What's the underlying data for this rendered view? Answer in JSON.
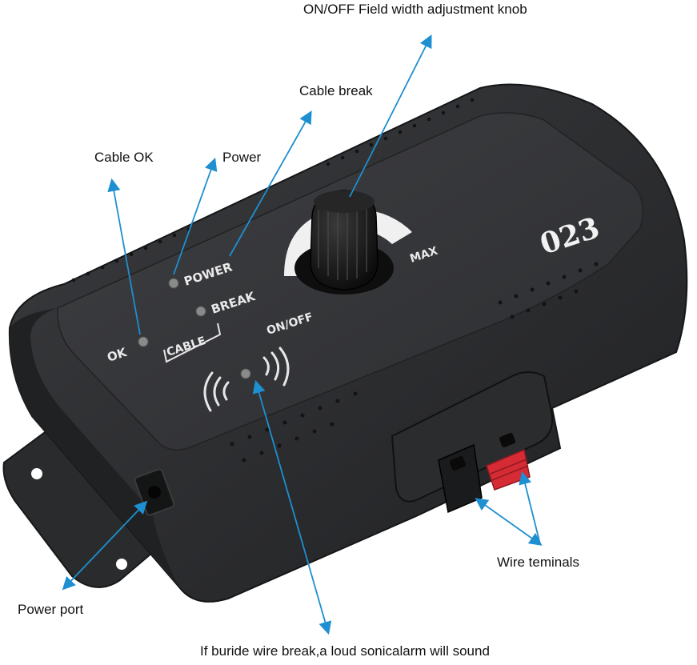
{
  "callouts": {
    "knob": "ON/OFF Field width adjustment knob",
    "cable_break": "Cable break",
    "cable_ok": "Cable OK",
    "power": "Power",
    "wire_terminals": "Wire teminals",
    "power_port": "Power port",
    "alarm": "If buride wire break,a loud sonicalarm will sound"
  },
  "panel": {
    "power": "POWER",
    "break": "BREAK",
    "ok": "OK",
    "cable": "CABLE",
    "onoff": "ON/OFF",
    "max": "MAX",
    "model": "023"
  },
  "colors": {
    "arrow": "#1e8fd0",
    "device_body": "#2e2f31",
    "panel_face": "#3a3b3e",
    "terminal_red": "#d62b35"
  }
}
